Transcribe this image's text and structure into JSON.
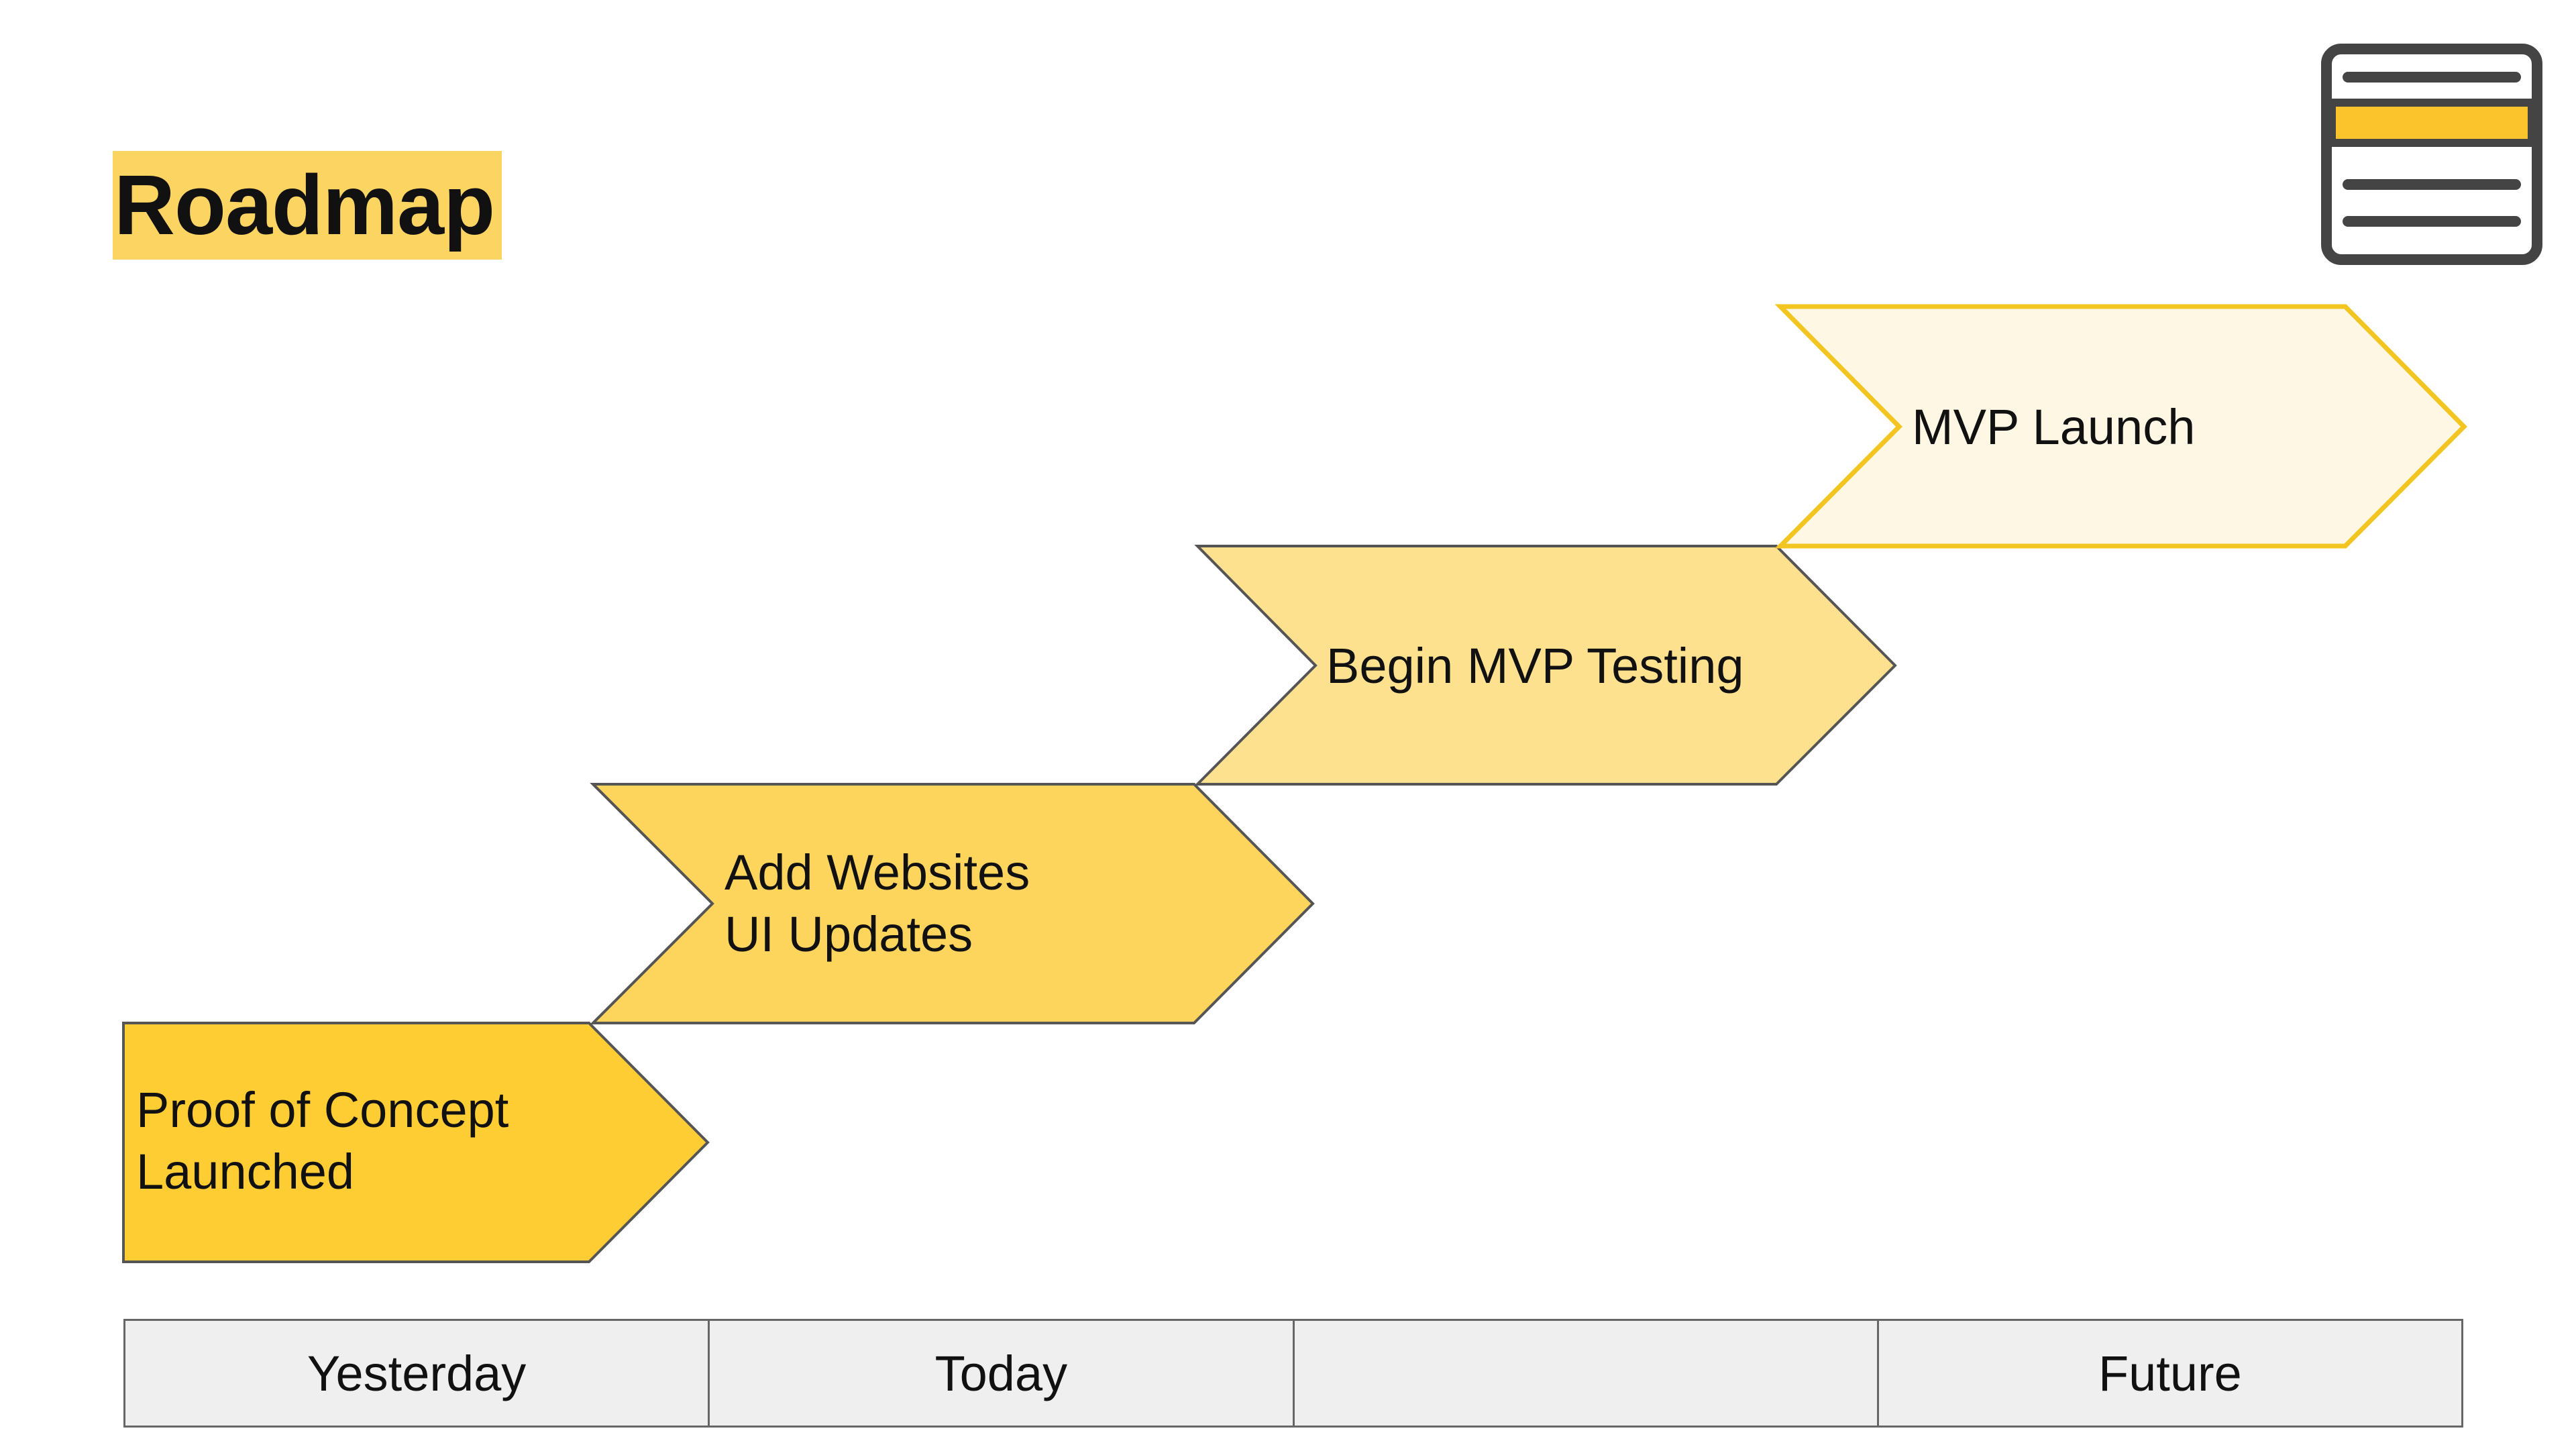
{
  "title": "Roadmap",
  "colors": {
    "title_highlight": "#fcd462",
    "step1_fill": "#fecd33",
    "step2_fill": "#fdd55c",
    "step3_fill": "#fee18f",
    "step4_fill": "#fef7e4",
    "step4_stroke": "#f2c521",
    "outline": "#555555",
    "timeline_bg": "#efefef"
  },
  "logo_icon": "document-list-icon",
  "steps": [
    {
      "lines": [
        "Proof of Concept",
        "Launched"
      ]
    },
    {
      "lines": [
        "Add Websites",
        "UI Updates"
      ]
    },
    {
      "lines": [
        "Begin MVP Testing"
      ]
    },
    {
      "lines": [
        "MVP Launch"
      ]
    }
  ],
  "timeline": [
    "Yesterday",
    "Today",
    "",
    "Future"
  ]
}
